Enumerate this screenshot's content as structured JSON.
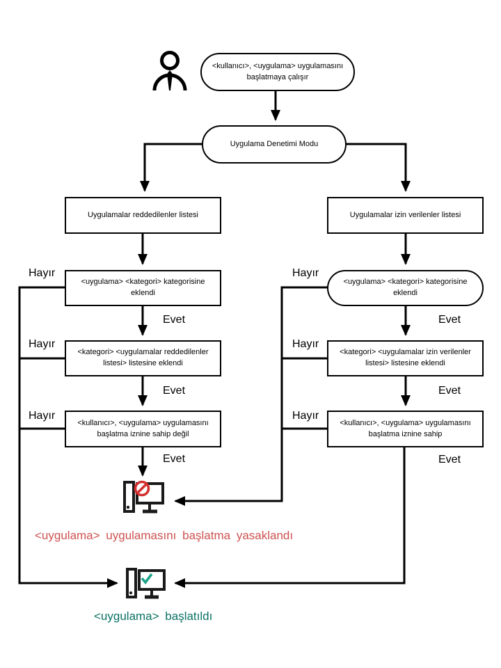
{
  "diagram": {
    "start": {
      "text": "<kullanıcı>, <uygulama> uygulamasını başlatmaya çalışır"
    },
    "mode": {
      "text": "Uygulama Denetimi Modu"
    },
    "denylist_branch": {
      "header": "Uygulamalar reddedilenler listesi",
      "steps": [
        "<uygulama> <kategori> kategorisine eklendi",
        "<kategori> <uygulamalar reddedilenler listesi> listesine eklendi",
        "<kullanıcı>, <uygulama> uygulamasını başlatma iznine sahip değil"
      ]
    },
    "allowlist_branch": {
      "header": "Uygulamalar izin verilenler listesi",
      "steps": [
        "<uygulama> <kategori> kategorisine eklendi",
        "<kategori> <uygulamalar izin verilenler listesi> listesine eklendi",
        "<kullanıcı>, <uygulama> uygulamasını başlatma iznine sahip"
      ]
    },
    "labels": {
      "yes": "Evet",
      "no": "Hayır"
    },
    "outcomes": {
      "blocked": {
        "text": "<uygulama> uygulamasını başlatma yasaklandı",
        "color": "#cd5250"
      },
      "started": {
        "text": "<uygulama> başlatıldı",
        "color": "#0b7265"
      }
    },
    "icons": {
      "user": "user-icon",
      "blocked_computer": "computer-blocked-icon",
      "started_computer": "computer-check-icon"
    },
    "icon_colors": {
      "prohibition": "#d32f2f",
      "check": "#1ca289",
      "line": "#000000"
    }
  }
}
